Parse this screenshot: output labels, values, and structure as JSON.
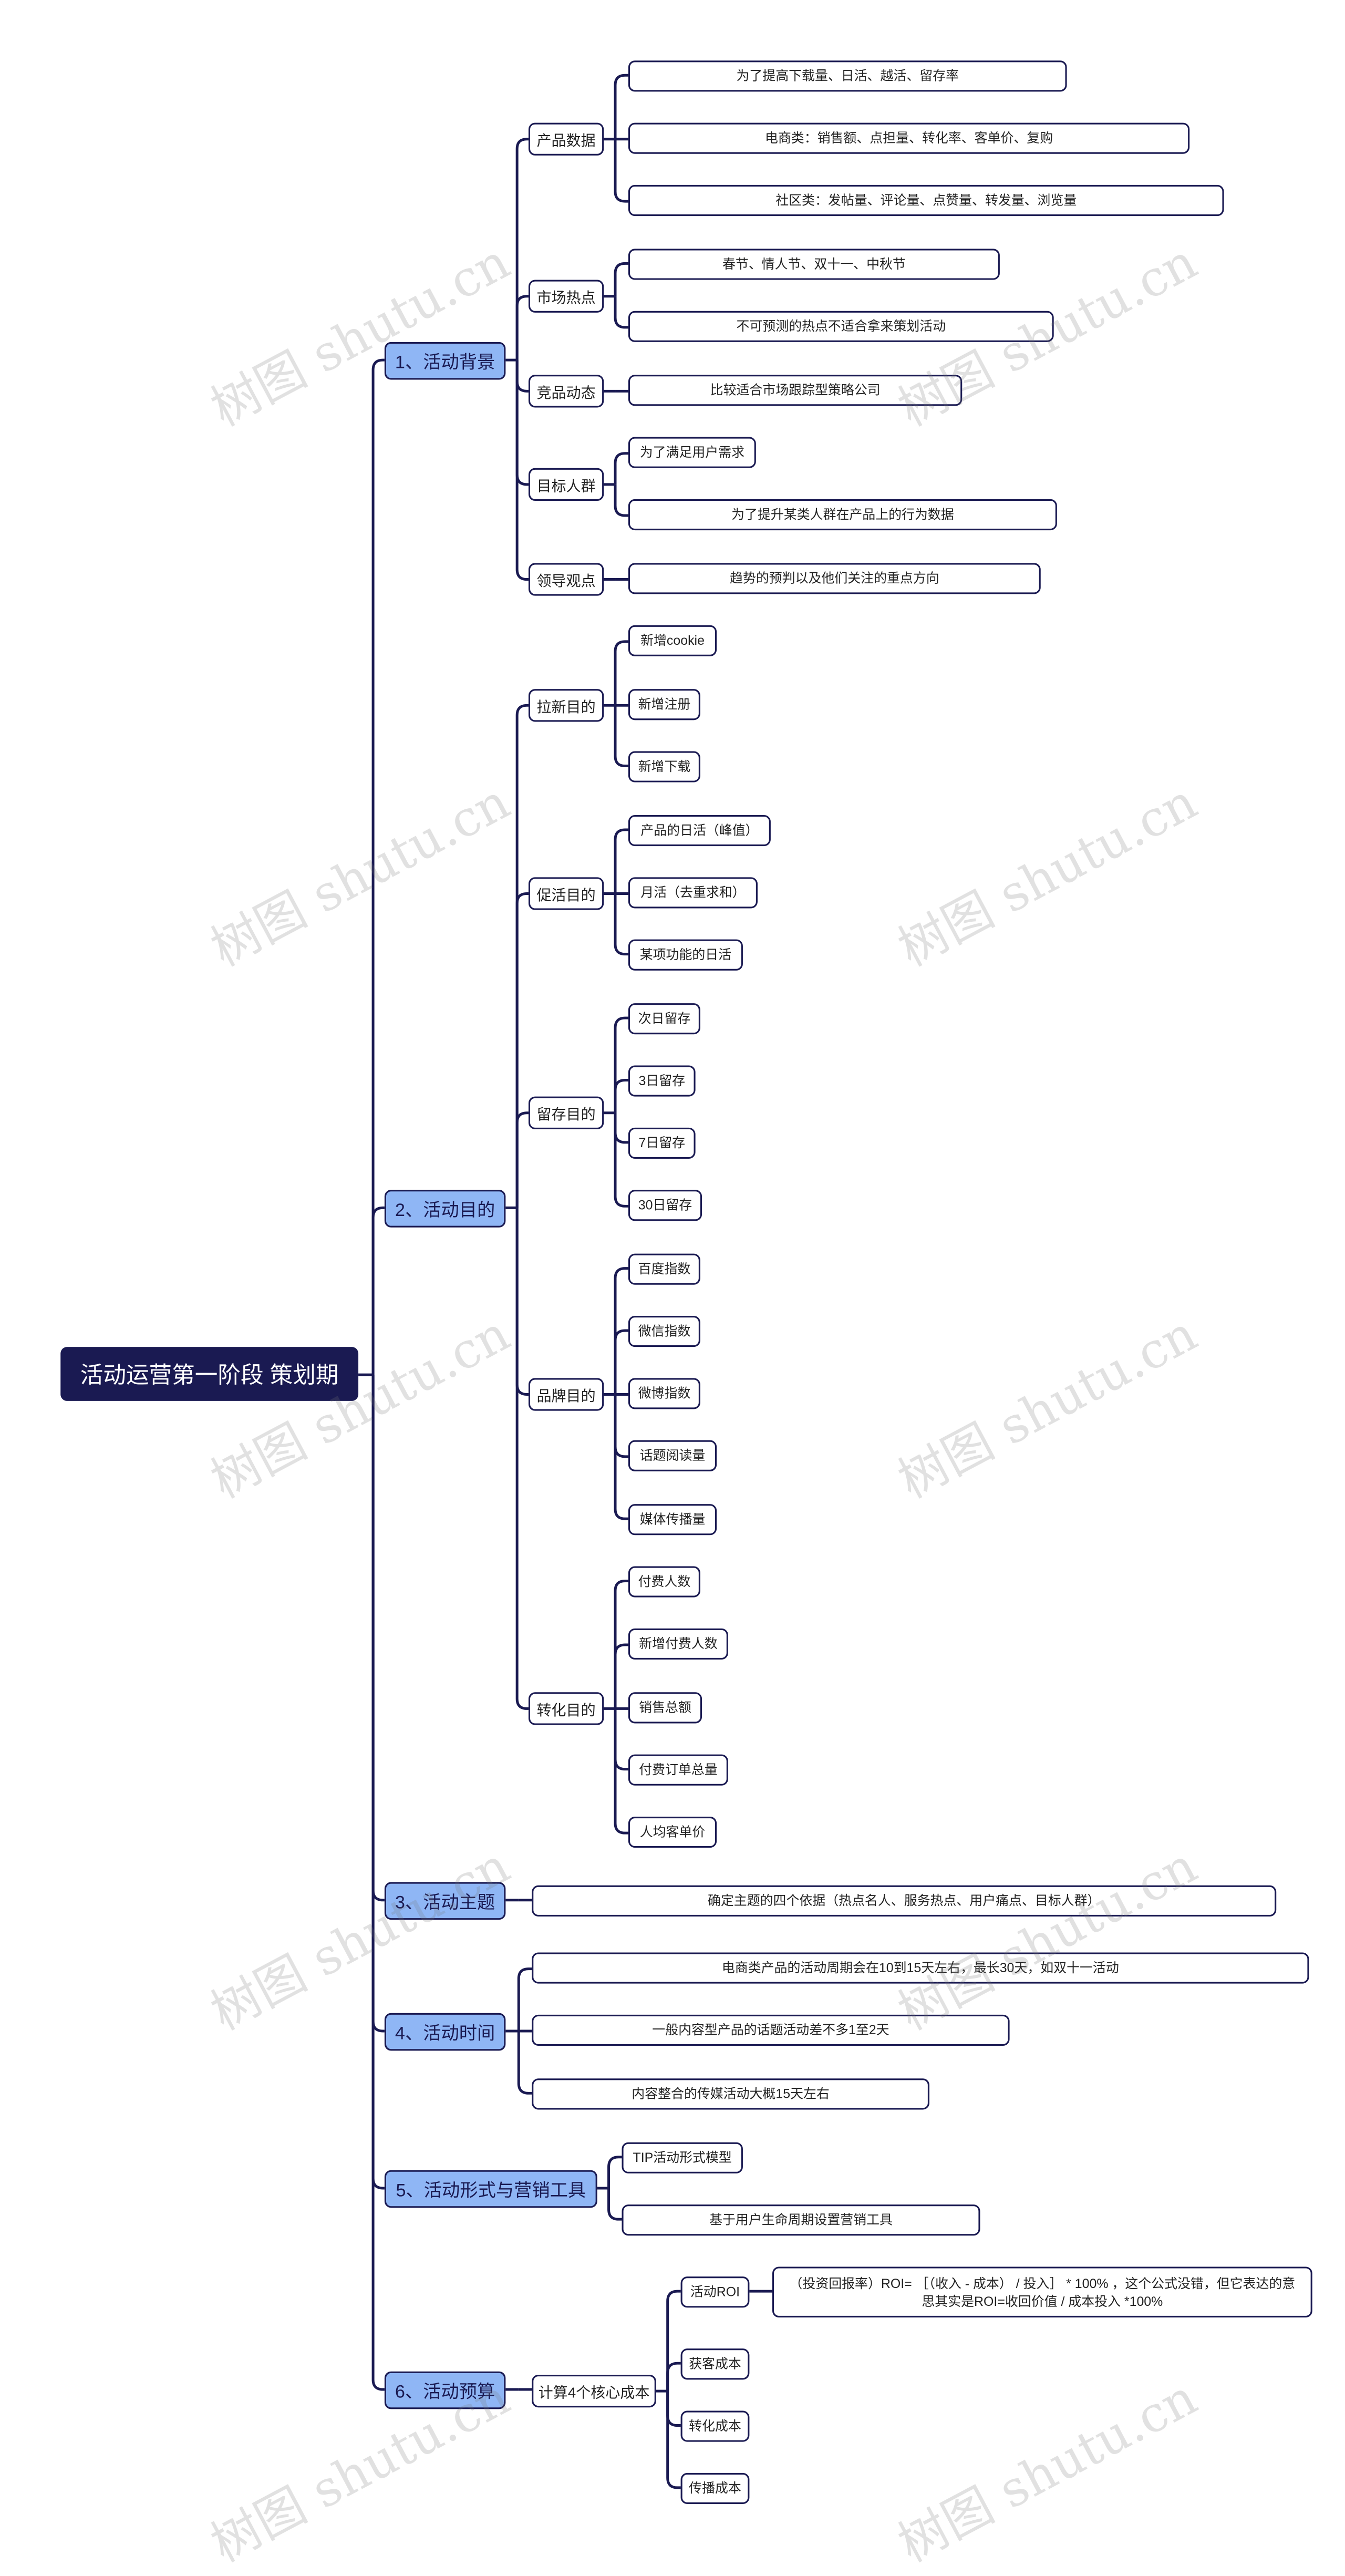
{
  "root": "活动运营第一阶段 策划期",
  "watermark": "树图 shutu.cn",
  "colors": {
    "root_bg": "#1a1a52",
    "branch_bg": "#8fb6f5",
    "line": "#1a1a52"
  },
  "branches": [
    {
      "label": "1、活动背景",
      "children": [
        {
          "label": "产品数据",
          "children": [
            {
              "label": "为了提高下载量、日活、越活、留存率"
            },
            {
              "label": "电商类：销售额、点担量、转化率、客单价、复购"
            },
            {
              "label": "社区类：发帖量、评论量、点赞量、转发量、浏览量"
            }
          ]
        },
        {
          "label": "市场热点",
          "children": [
            {
              "label": "春节、情人节、双十一、中秋节"
            },
            {
              "label": "不可预测的热点不适合拿来策划活动"
            }
          ]
        },
        {
          "label": "竞品动态",
          "children": [
            {
              "label": "比较适合市场跟踪型策略公司"
            }
          ]
        },
        {
          "label": "目标人群",
          "children": [
            {
              "label": "为了满足用户需求"
            },
            {
              "label": "为了提升某类人群在产品上的行为数据"
            }
          ]
        },
        {
          "label": "领导观点",
          "children": [
            {
              "label": "趋势的预判以及他们关注的重点方向"
            }
          ]
        }
      ]
    },
    {
      "label": "2、活动目的",
      "children": [
        {
          "label": "拉新目的",
          "children": [
            {
              "label": "新增cookie"
            },
            {
              "label": "新增注册"
            },
            {
              "label": "新增下载"
            }
          ]
        },
        {
          "label": "促活目的",
          "children": [
            {
              "label": "产品的日活（峰值）"
            },
            {
              "label": "月活（去重求和）"
            },
            {
              "label": "某项功能的日活"
            }
          ]
        },
        {
          "label": "留存目的",
          "children": [
            {
              "label": "次日留存"
            },
            {
              "label": "3日留存"
            },
            {
              "label": "7日留存"
            },
            {
              "label": "30日留存"
            }
          ]
        },
        {
          "label": "品牌目的",
          "children": [
            {
              "label": "百度指数"
            },
            {
              "label": "微信指数"
            },
            {
              "label": "微博指数"
            },
            {
              "label": "话题阅读量"
            },
            {
              "label": "媒体传播量"
            }
          ]
        },
        {
          "label": "转化目的",
          "children": [
            {
              "label": "付费人数"
            },
            {
              "label": "新增付费人数"
            },
            {
              "label": "销售总额"
            },
            {
              "label": "付费订单总量"
            },
            {
              "label": "人均客单价"
            }
          ]
        }
      ]
    },
    {
      "label": "3、活动主题",
      "children": [
        {
          "label": "确定主题的四个依据（热点名人、服务热点、用户痛点、目标人群）"
        }
      ]
    },
    {
      "label": "4、活动时间",
      "children": [
        {
          "label": "电商类产品的活动周期会在10到15天左右，最长30天，如双十一活动"
        },
        {
          "label": "一般内容型产品的话题活动差不多1至2天"
        },
        {
          "label": "内容整合的传媒活动大概15天左右"
        }
      ]
    },
    {
      "label": "5、活动形式与营销工具",
      "children": [
        {
          "label": "TIP活动形式模型"
        },
        {
          "label": "基于用户生命周期设置营销工具"
        }
      ]
    },
    {
      "label": "6、活动预算",
      "children": [
        {
          "label": "计算4个核心成本",
          "children": [
            {
              "label": "活动ROI",
              "children": [
                {
                  "label": "（投资回报率）ROI= ［（收入 - 成本） / 投入］ * 100% ，这个公式没错，但它表达的意思其实是ROI=收回价值 / 成本投入 *100%"
                }
              ]
            },
            {
              "label": "获客成本"
            },
            {
              "label": "转化成本"
            },
            {
              "label": "传播成本"
            }
          ]
        }
      ]
    }
  ]
}
